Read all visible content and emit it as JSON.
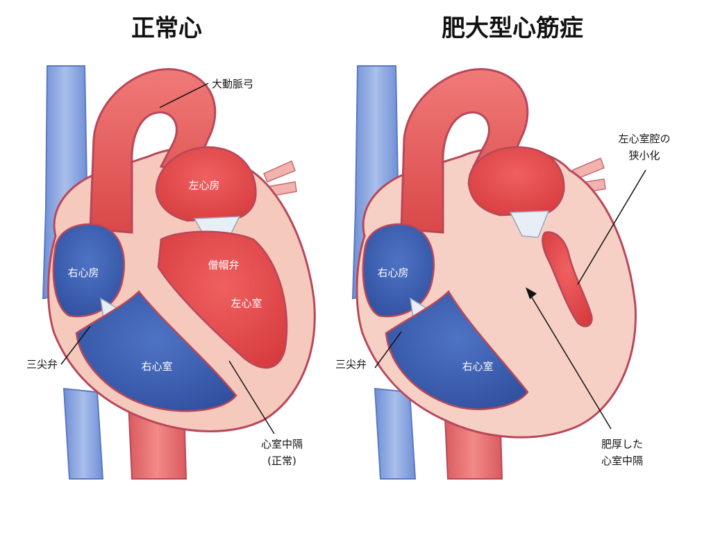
{
  "normal": {
    "title": "正常心",
    "labels": {
      "aortic_arch": "大動脈弓",
      "left_atrium": "左心房",
      "mitral_valve": "僧帽弁",
      "left_ventricle": "左心室",
      "right_atrium": "右心房",
      "right_ventricle": "右心室",
      "tricuspid_valve": "三尖弁",
      "septum_line1": "心室中隔",
      "septum_line2": "(正常)"
    }
  },
  "hcm": {
    "title": "肥大型心筋症",
    "labels": {
      "narrowed_lv_line1": "左心室腔の",
      "narrowed_lv_line2": "狭小化",
      "right_atrium": "右心房",
      "right_ventricle": "右心室",
      "tricuspid_valve": "三尖弁",
      "thick_septum_line1": "肥厚した",
      "thick_septum_line2": "心室中隔"
    }
  },
  "colors": {
    "venous_blue": "#3f63b2",
    "vein_light": "#8aa4dc",
    "arterial_red": "#e04848",
    "aorta": "#e2565a",
    "myocardium": "#f5c9bc",
    "thick_myocardium": "#f6d0c4",
    "outline": "#b8475a",
    "valve": "#e8eef6"
  }
}
